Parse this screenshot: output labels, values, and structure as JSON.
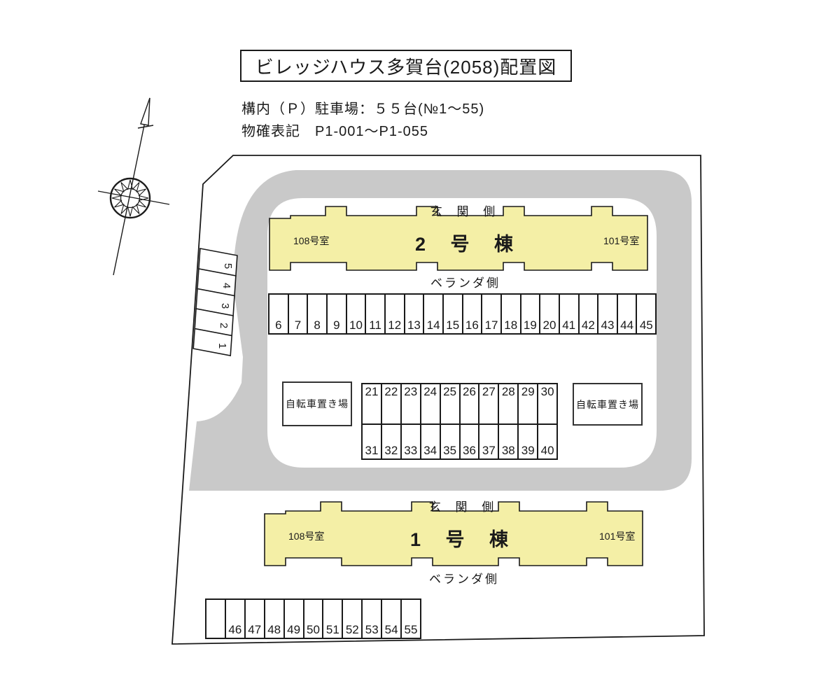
{
  "title": "ビレッジハウス多賀台(2058)配置図",
  "info": {
    "line1": "構内（Ｐ）駐車場：５５台(№1～55)",
    "line2": "物確表記　P1-001～P1-055"
  },
  "colors": {
    "building_fill": "#f4efa6",
    "road_fill": "#c9c9c9",
    "line": "#1a1a1a",
    "background": "#ffffff"
  },
  "compass": {
    "icon": "north-arrow-icon"
  },
  "buildings": {
    "building2": {
      "name": "2 号 棟",
      "entrance_side": "玄 関 側",
      "veranda_side": "ベランダ側",
      "left_room": "108号室",
      "right_room": "101号室"
    },
    "building1": {
      "name": "1 号 棟",
      "entrance_side": "玄 関 側",
      "veranda_side": "ベランダ側",
      "left_room": "108号室",
      "right_room": "101号室"
    }
  },
  "parking": {
    "left_column": {
      "stalls_top_to_bottom": [
        "5",
        "4",
        "3",
        "2",
        "1"
      ]
    },
    "row_north": {
      "stalls": [
        "6",
        "7",
        "8",
        "9",
        "10",
        "11",
        "12",
        "13",
        "14",
        "15",
        "16",
        "17",
        "18",
        "19",
        "20",
        "41",
        "42",
        "43",
        "44",
        "45"
      ]
    },
    "block_center": {
      "row_upper": [
        "21",
        "22",
        "23",
        "24",
        "25",
        "26",
        "27",
        "28",
        "29",
        "30"
      ],
      "row_lower": [
        "31",
        "32",
        "33",
        "34",
        "35",
        "36",
        "37",
        "38",
        "39",
        "40"
      ]
    },
    "row_south": {
      "stalls": [
        "",
        "46",
        "47",
        "48",
        "49",
        "50",
        "51",
        "52",
        "53",
        "54",
        "55"
      ]
    },
    "bicycle_left": "自転車置き場",
    "bicycle_right": "自転車置き場"
  }
}
